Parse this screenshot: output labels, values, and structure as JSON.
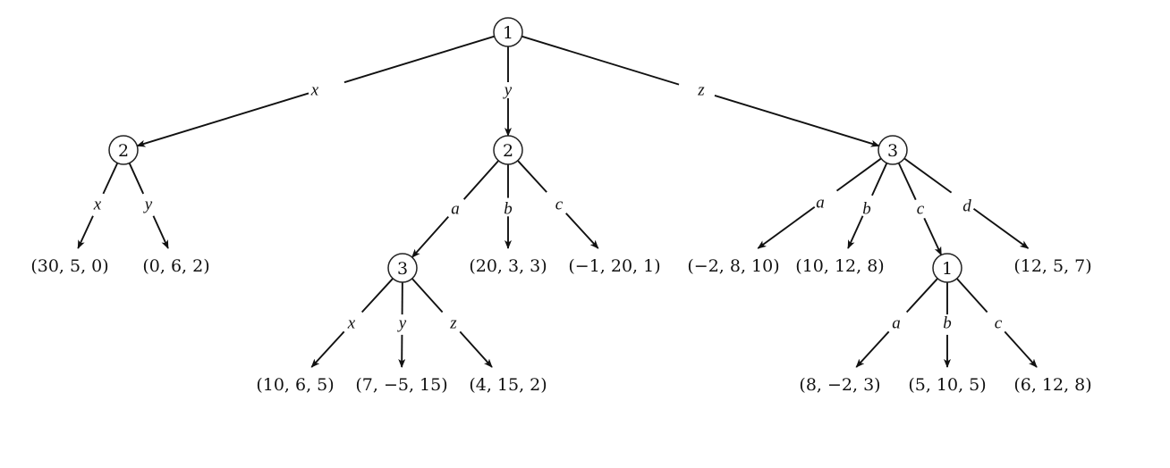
{
  "nodes": [
    {
      "id": "root",
      "label": "1"
    },
    {
      "id": "n2a",
      "label": "2"
    },
    {
      "id": "n2b",
      "label": "2"
    },
    {
      "id": "n3a",
      "label": "3"
    },
    {
      "id": "n3b",
      "label": "3"
    },
    {
      "id": "n1b",
      "label": "1"
    }
  ],
  "payoffs": [
    {
      "id": "p1",
      "label": "(30, 5, 0)"
    },
    {
      "id": "p2",
      "label": "(0, 6, 2)"
    },
    {
      "id": "p3",
      "label": "(10, 6, 5)"
    },
    {
      "id": "p4",
      "label": "(7, −5, 15)"
    },
    {
      "id": "p5",
      "label": "(4, 15, 2)"
    },
    {
      "id": "p6",
      "label": "(20, 3, 3)"
    },
    {
      "id": "p7",
      "label": "(−1, 20, 1)"
    },
    {
      "id": "p8",
      "label": "(−2, 8, 10)"
    },
    {
      "id": "p9",
      "label": "(10, 12, 8)"
    },
    {
      "id": "p10",
      "label": "(12, 5, 7)"
    },
    {
      "id": "p11",
      "label": "(8, −2, 3)"
    },
    {
      "id": "p12",
      "label": "(5, 10, 5)"
    },
    {
      "id": "p13",
      "label": "(6, 12, 8)"
    }
  ],
  "edges": [
    {
      "from": "root",
      "to": "n2a",
      "label": "x"
    },
    {
      "from": "root",
      "to": "n2b",
      "label": "y"
    },
    {
      "from": "root",
      "to": "n3b",
      "label": "z"
    },
    {
      "from": "n2a",
      "to": "p1",
      "label": "x"
    },
    {
      "from": "n2a",
      "to": "p2",
      "label": "y"
    },
    {
      "from": "n2b",
      "to": "n3a",
      "label": "a"
    },
    {
      "from": "n2b",
      "to": "p6",
      "label": "b"
    },
    {
      "from": "n2b",
      "to": "p7",
      "label": "c"
    },
    {
      "from": "n3a",
      "to": "p3",
      "label": "x"
    },
    {
      "from": "n3a",
      "to": "p4",
      "label": "y"
    },
    {
      "from": "n3a",
      "to": "p5",
      "label": "z"
    },
    {
      "from": "n3b",
      "to": "p8",
      "label": "a"
    },
    {
      "from": "n3b",
      "to": "p9",
      "label": "b"
    },
    {
      "from": "n3b",
      "to": "n1b",
      "label": "c"
    },
    {
      "from": "n3b",
      "to": "p10",
      "label": "d"
    },
    {
      "from": "n1b",
      "to": "p11",
      "label": "a"
    },
    {
      "from": "n1b",
      "to": "p12",
      "label": "b"
    },
    {
      "from": "n1b",
      "to": "p13",
      "label": "c"
    }
  ]
}
